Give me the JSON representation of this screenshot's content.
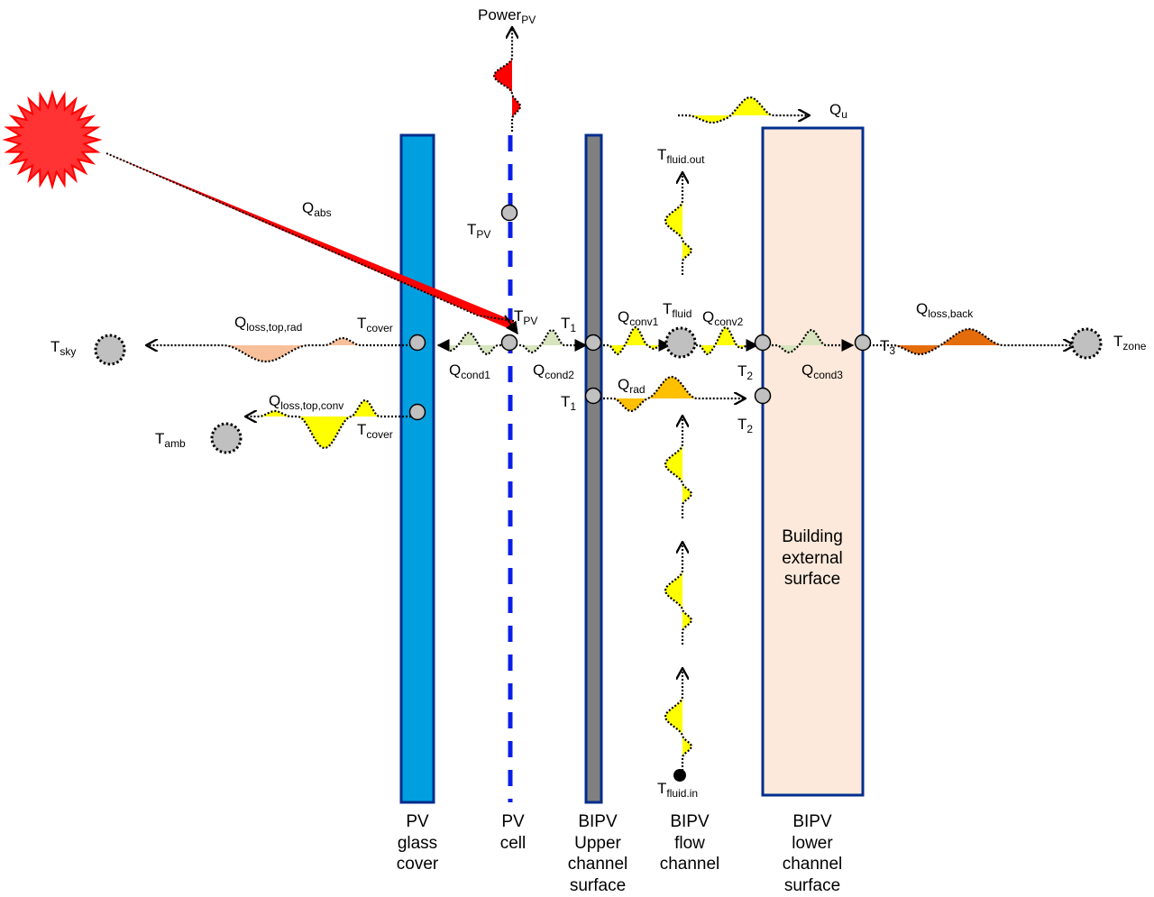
{
  "colors": {
    "glass_cover": "#009FDF",
    "border_blue": "#002D8C",
    "pv_cell_dash": "#0A1FE6",
    "upper_surface": "#808080",
    "lower_surface_fill": "#FCE9DB",
    "sun": "#FF3333",
    "q_abs": "#FF0000",
    "power_pv": "#FF0000",
    "fluid_flow": "#FFFF00",
    "conduction": "#D7E4BD",
    "radiation_loss": "#F8C09A",
    "convection_loss": "#FFFF00",
    "radiation_exchange": "#FFC000",
    "back_loss": "#E46C0A",
    "node": "#C0C0C0"
  },
  "components": [
    {
      "id": "glass",
      "caption": "PV\nglass\ncover"
    },
    {
      "id": "cell",
      "caption": "PV\ncell"
    },
    {
      "id": "upper",
      "caption": "BIPV\nUpper\nchannel\nsurface"
    },
    {
      "id": "flow",
      "caption": "BIPV\nflow\nchannel"
    },
    {
      "id": "lower",
      "caption": "BIPV\nlower\nchannel\nsurface"
    }
  ],
  "building_label": "Building\nexternal\nsurface",
  "labels": {
    "power_pv": {
      "main": "Power",
      "sub": "PV"
    },
    "q_abs": {
      "main": "Q",
      "sub": "abs"
    },
    "q_u": {
      "main": "Q",
      "sub": "u"
    },
    "t_fluid_out": {
      "main": "T",
      "sub": "fluid.out"
    },
    "t_fluid_in": {
      "main": "T",
      "sub": "fluid.in"
    },
    "t_pv_top": {
      "main": "T",
      "sub": "PV"
    },
    "t_pv_mid": {
      "main": "T",
      "sub": "PV"
    },
    "t_sky": {
      "main": "T",
      "sub": "sky"
    },
    "t_amb": {
      "main": "T",
      "sub": "amb"
    },
    "t_cover_1": {
      "main": "T",
      "sub": "cover"
    },
    "t_cover_2": {
      "main": "T",
      "sub": "cover"
    },
    "q_loss_top_rad": {
      "main": "Q",
      "sub": "loss,top,rad"
    },
    "q_loss_top_conv": {
      "main": "Q",
      "sub": "loss,top,conv"
    },
    "q_cond1": {
      "main": "Q",
      "sub": "cond1"
    },
    "q_cond2": {
      "main": "Q",
      "sub": "cond2"
    },
    "q_cond3": {
      "main": "Q",
      "sub": "cond3"
    },
    "q_conv1": {
      "main": "Q",
      "sub": "conv1"
    },
    "q_conv2": {
      "main": "Q",
      "sub": "conv2"
    },
    "q_rad": {
      "main": "Q",
      "sub": "rad"
    },
    "q_loss_back": {
      "main": "Q",
      "sub": "loss,back"
    },
    "t_fluid": {
      "main": "T",
      "sub": "fluid"
    },
    "t1_top": {
      "main": "T",
      "sub": "1"
    },
    "t1_bot": {
      "main": "T",
      "sub": "1"
    },
    "t2_top": {
      "main": "T",
      "sub": "2"
    },
    "t2_bot": {
      "main": "T",
      "sub": "2"
    },
    "t3": {
      "main": "T",
      "sub": "3"
    },
    "t_zone": {
      "main": "T",
      "sub": "zone"
    }
  }
}
